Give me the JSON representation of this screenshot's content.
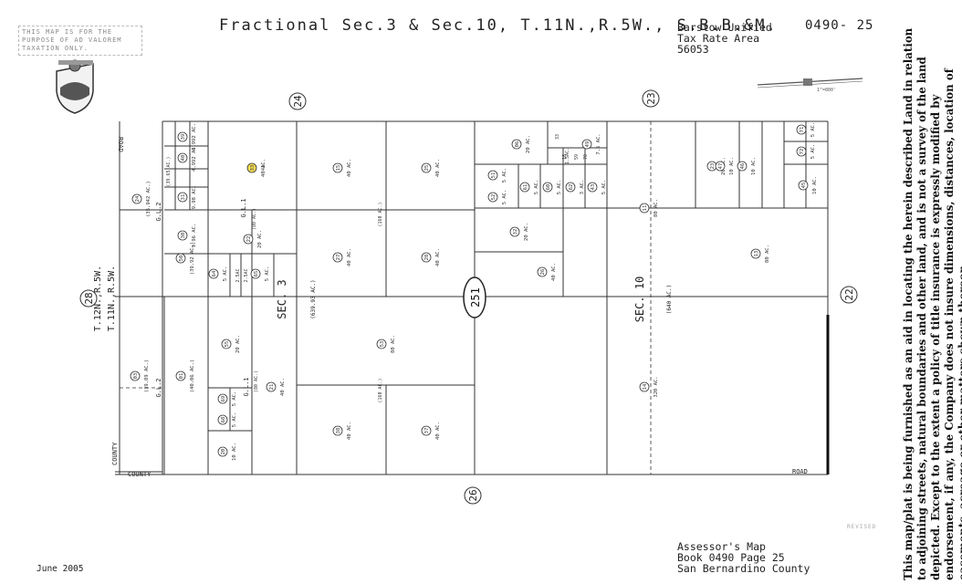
{
  "header": {
    "disclaimer": "THIS MAP IS FOR THE PURPOSE OF AD VALOREM TAXATION ONLY.",
    "title": "Fractional Sec.3 & Sec.10, T.11N.,R.5W., S.B.B.&M.",
    "tax_rate_area": [
      "Barstow Unified",
      "Tax Rate Area",
      "56053"
    ],
    "map_number": "0490- 25",
    "scale_label": "1\"=800'"
  },
  "footer": {
    "date": "June 2005",
    "assessor": [
      "Assessor's Map",
      "Book 0490 Page 25",
      "San Bernardino County"
    ],
    "revised": "REVISED"
  },
  "side_note": "This map/plat is being furnished as an aid in locating the herein described Land in relation to adjoining streets, natural boundaries and other land, and is not a survey of the land depicted. Except to the extent a policy of title insurance is expressly modified by endorsement, if any, the Company does not insure dimensions, distances, location of easements, acreage or other matters shown thereon.",
  "map": {
    "adjoining_pages": [
      "24",
      "23",
      "28",
      "22",
      "26"
    ],
    "page_circle": "251",
    "township_labels": [
      "T.12N.,R.5W.",
      "T.11N.,R.5W."
    ],
    "road_labels": [
      "ROAD",
      "COUNTY",
      "COUNTY",
      "ROAD"
    ],
    "section_labels": [
      "SEC. 3",
      "SEC. 10"
    ],
    "section_areas": [
      "(639.93 AC.)",
      "(640 AC.)"
    ],
    "gl_labels": [
      "G.L.2",
      "G.L.1",
      "G.L.2",
      "G.L.1"
    ],
    "parcels": [
      {
        "num": "24",
        "acres": "(35.942 AC.)"
      },
      {
        "num": "33",
        "acres": "40 AC."
      },
      {
        "num": "15",
        "acres": "40 AC."
      },
      {
        "num": "25",
        "acres": "40 AC."
      },
      {
        "num": "22",
        "acres": "20 AC."
      },
      {
        "num": "27",
        "acres": "40 AC."
      },
      {
        "num": "28",
        "acres": "40 AC."
      },
      {
        "num": "55",
        "acres": "20 AC."
      },
      {
        "num": "53",
        "acres": "80 AC."
      },
      {
        "num": "38",
        "acres": "40 AC."
      },
      {
        "num": "37",
        "acres": "40 AC."
      },
      {
        "num": "20",
        "acres": "10 AC."
      },
      {
        "num": "68",
        "acres": "5 AC."
      },
      {
        "num": "69",
        "acres": "5 AC."
      },
      {
        "num": "21",
        "acres": "40 AC."
      },
      {
        "num": "11",
        "acres": "80 AC."
      },
      {
        "num": "14",
        "acres": "320 AC."
      },
      {
        "num": "13",
        "acres": "80 AC."
      },
      {
        "num": "23",
        "acres": "20 AC."
      },
      {
        "num": "26",
        "acres": "40 AC."
      },
      {
        "num": "06",
        "acres": "20 AC."
      },
      {
        "num": "32",
        "acres": "20 AC."
      },
      {
        "num": "47",
        "acres": "10 AC."
      },
      {
        "num": "46",
        "acres": "10 AC."
      },
      {
        "num": "45",
        "acres": "10 AC."
      },
      {
        "num": "49",
        "acres": "7.5 AC."
      },
      {
        "num": "51",
        "acres": "5 AC."
      },
      {
        "num": "52",
        "acres": "5 AC."
      },
      {
        "num": "61",
        "acres": "5 AC."
      },
      {
        "num": "60",
        "acres": "5 AC."
      },
      {
        "num": "62",
        "acres": "3 AC."
      },
      {
        "num": "43",
        "acres": "5 AC."
      },
      {
        "num": "39",
        "acres": "4.992 AC."
      },
      {
        "num": "40",
        "acres": "4.992 AC."
      },
      {
        "num": "31",
        "acres": "9.98 AC."
      },
      {
        "num": "30",
        "acres": "9.96 AC."
      },
      {
        "num": "64",
        "acres": "5 AC."
      },
      {
        "num": "65",
        "acres": "5 AC."
      },
      {
        "num": "71",
        "acres": "5 AC."
      },
      {
        "num": "72",
        "acres": "5 AC."
      },
      {
        "num": "03",
        "acres": "(39.89 AC.)"
      },
      {
        "num": "01",
        "acres": "(40.06 AC.)"
      },
      {
        "num": "50",
        "acres": "(39.92 AC.)"
      }
    ],
    "misc_labels": [
      "(39.65 AC.)",
      "(80 AC.)",
      "(80 AC.)",
      "(160 AC.)",
      "(160 AC.)",
      "2.5AC",
      "2.5AC",
      "1.5AC.",
      "33",
      "16",
      "59",
      "70",
      "41",
      "40 AC."
    ]
  }
}
